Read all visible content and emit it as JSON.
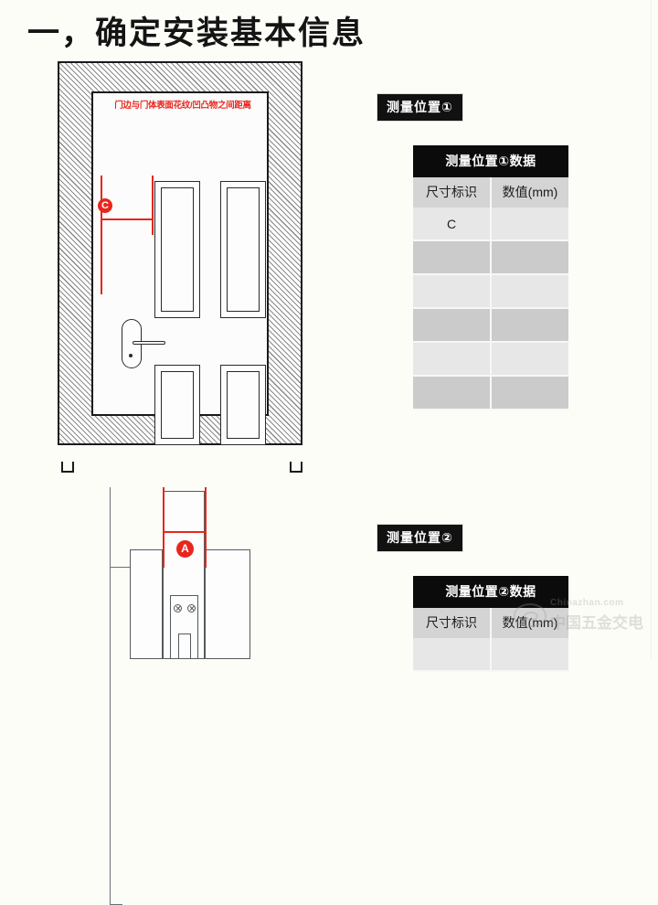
{
  "page": {
    "title": "一，确定安装基本信息",
    "background_color": "#fdfdf8"
  },
  "door_diagram": {
    "red_note": "门边与门体表面花纹/凹凸物之间距离",
    "marker_label": "C",
    "marker_color": "#e8261c"
  },
  "lock_diagram": {
    "marker_label": "A",
    "marker_color": "#e8261c"
  },
  "measurement_1": {
    "tag": "测量位置①",
    "table": {
      "title": "测量位置①数据",
      "columns": [
        "尺寸标识",
        "数值(mm)"
      ],
      "rows": [
        [
          "C",
          ""
        ],
        [
          "",
          ""
        ],
        [
          "",
          ""
        ],
        [
          "",
          ""
        ],
        [
          "",
          ""
        ],
        [
          "",
          ""
        ]
      ]
    }
  },
  "measurement_2": {
    "tag": "测量位置②",
    "table": {
      "title": "测量位置②数据",
      "columns": [
        "尺寸标识",
        "数值(mm)"
      ],
      "rows": [
        [
          "",
          ""
        ]
      ]
    }
  },
  "watermark": {
    "latin": "Chinazhan.com",
    "chinese": "中国五金交电"
  }
}
